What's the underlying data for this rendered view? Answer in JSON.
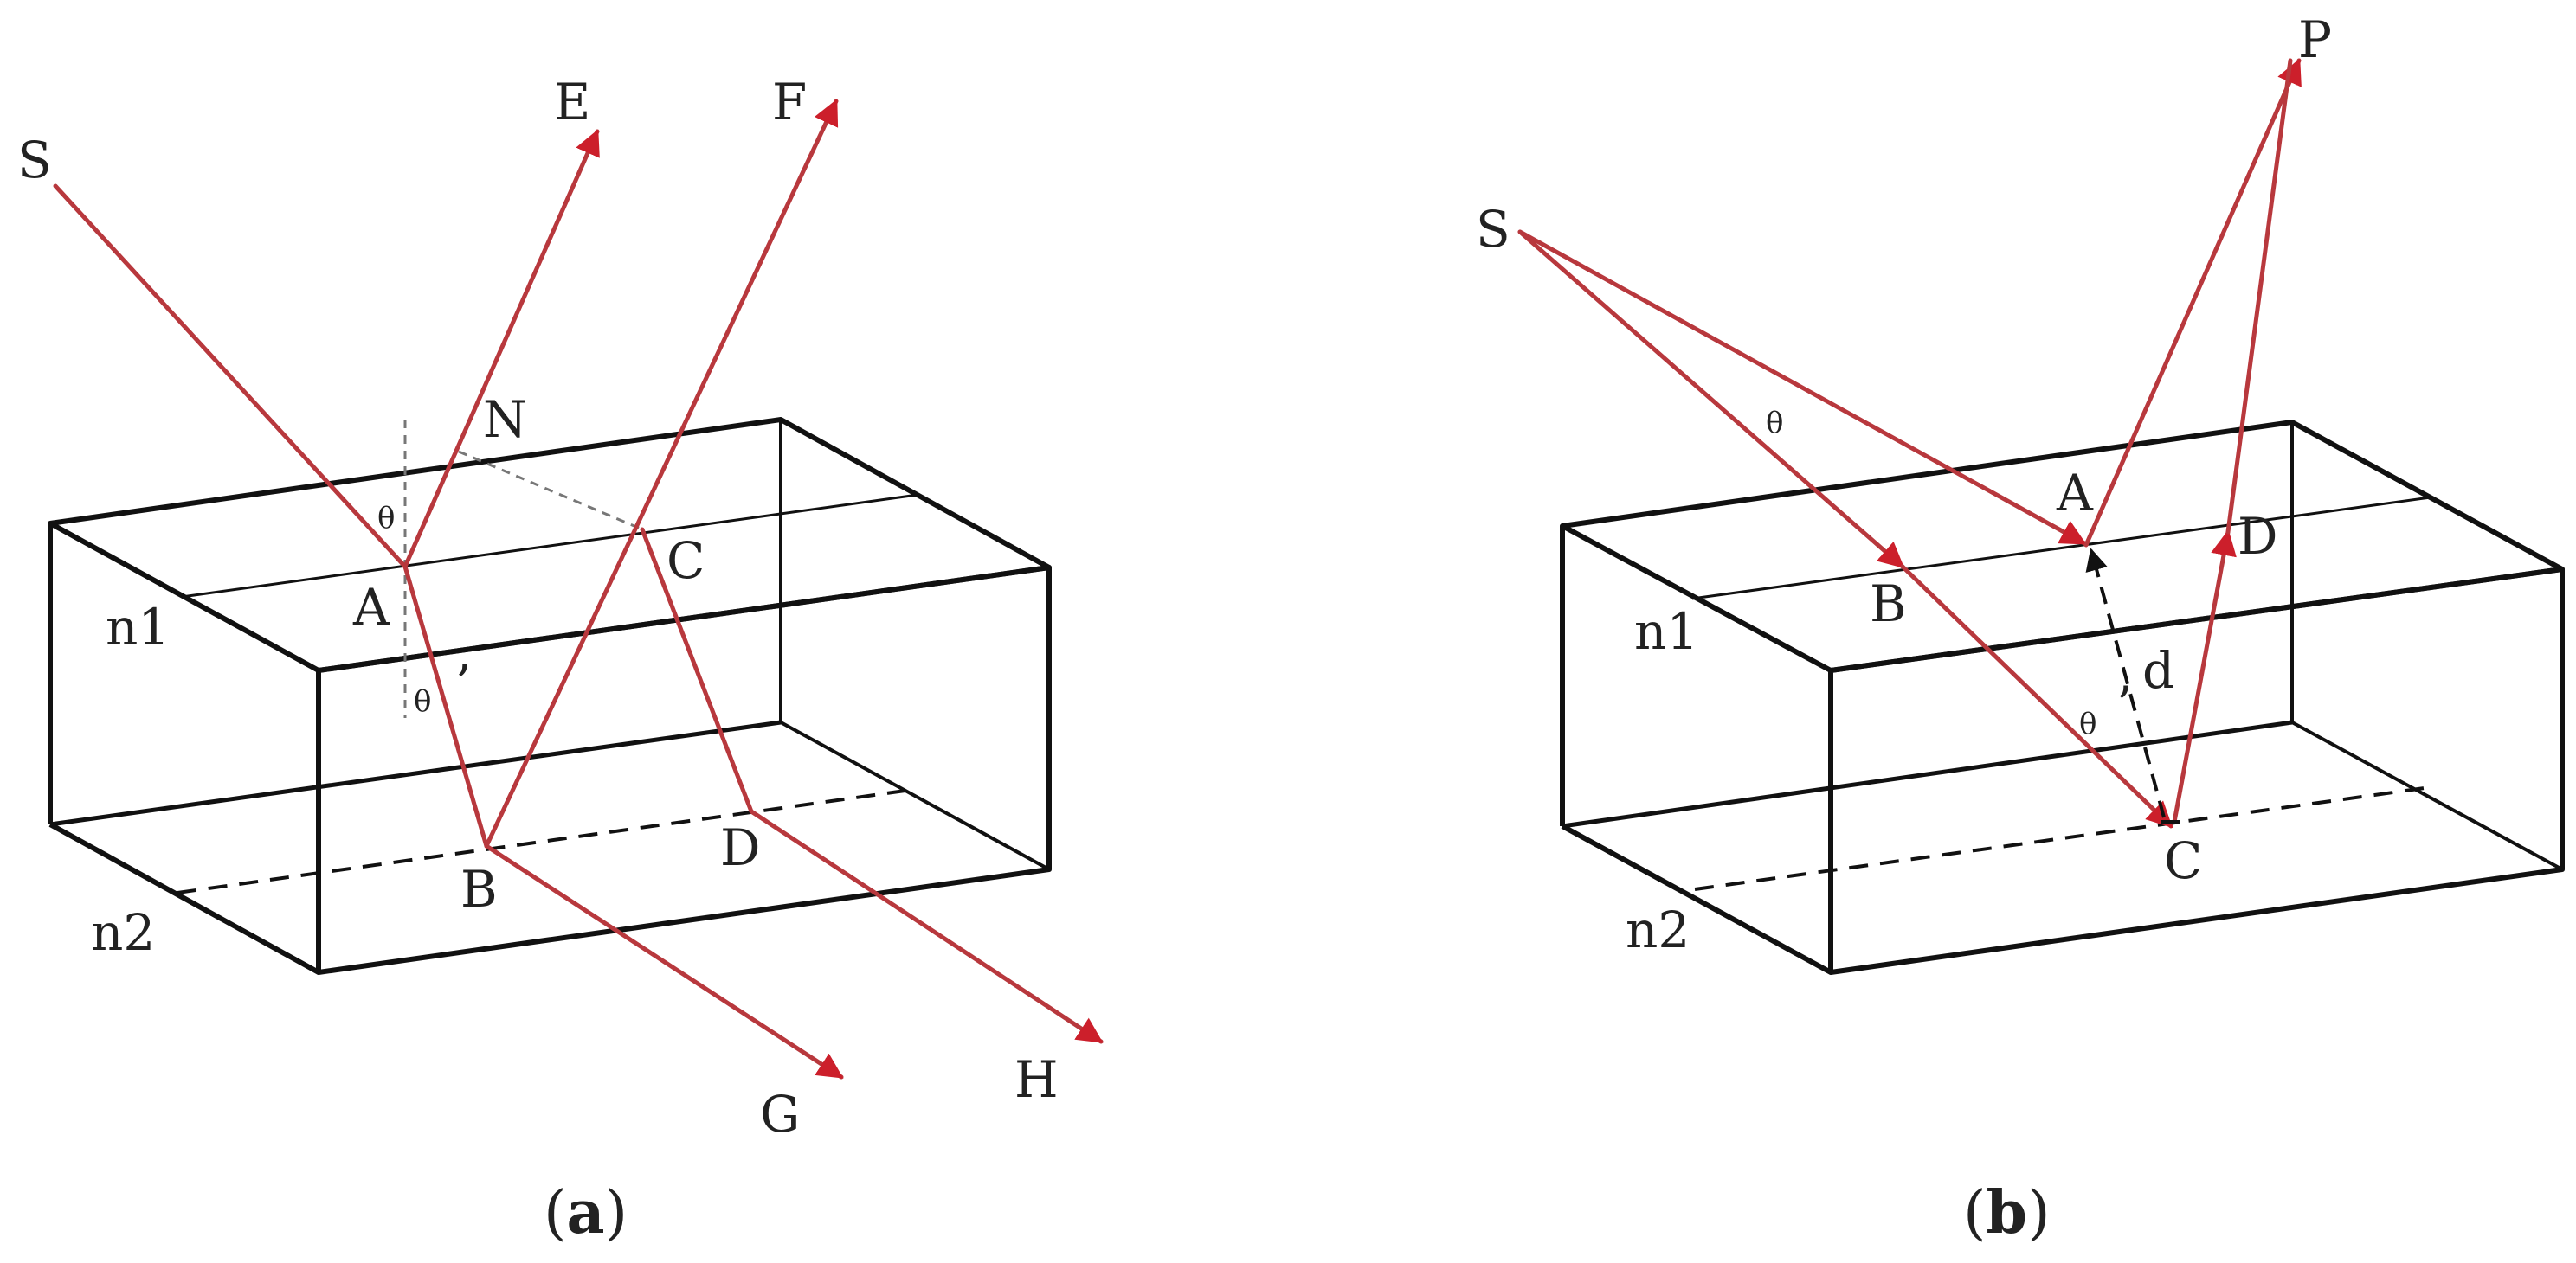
{
  "colors": {
    "box": "#111111",
    "ray": "#b8383d",
    "arrowhead": "#cc1f2b",
    "guide": "#777777",
    "dashed_path": "#111111"
  },
  "panel_a": {
    "caption_open": "(",
    "caption_letter": "a",
    "caption_close": ")",
    "labels": {
      "S": "S",
      "E": "E",
      "F": "F",
      "N": "N",
      "A": "A",
      "C": "C",
      "B": "B",
      "D": "D",
      "G": "G",
      "H": "H",
      "n1": "n1",
      "n2": "n2",
      "theta_incident": "θ",
      "theta_refracted": "θ",
      "prime": "’"
    }
  },
  "panel_b": {
    "caption_open": "(",
    "caption_letter": "b",
    "caption_close": ")",
    "labels": {
      "S": "S",
      "P": "P",
      "A": "A",
      "B": "B",
      "C": "C",
      "D": "D",
      "d": "d",
      "n1": "n1",
      "n2": "n2",
      "theta_incident": "θ",
      "theta_refracted": "θ",
      "prime": "’"
    }
  }
}
